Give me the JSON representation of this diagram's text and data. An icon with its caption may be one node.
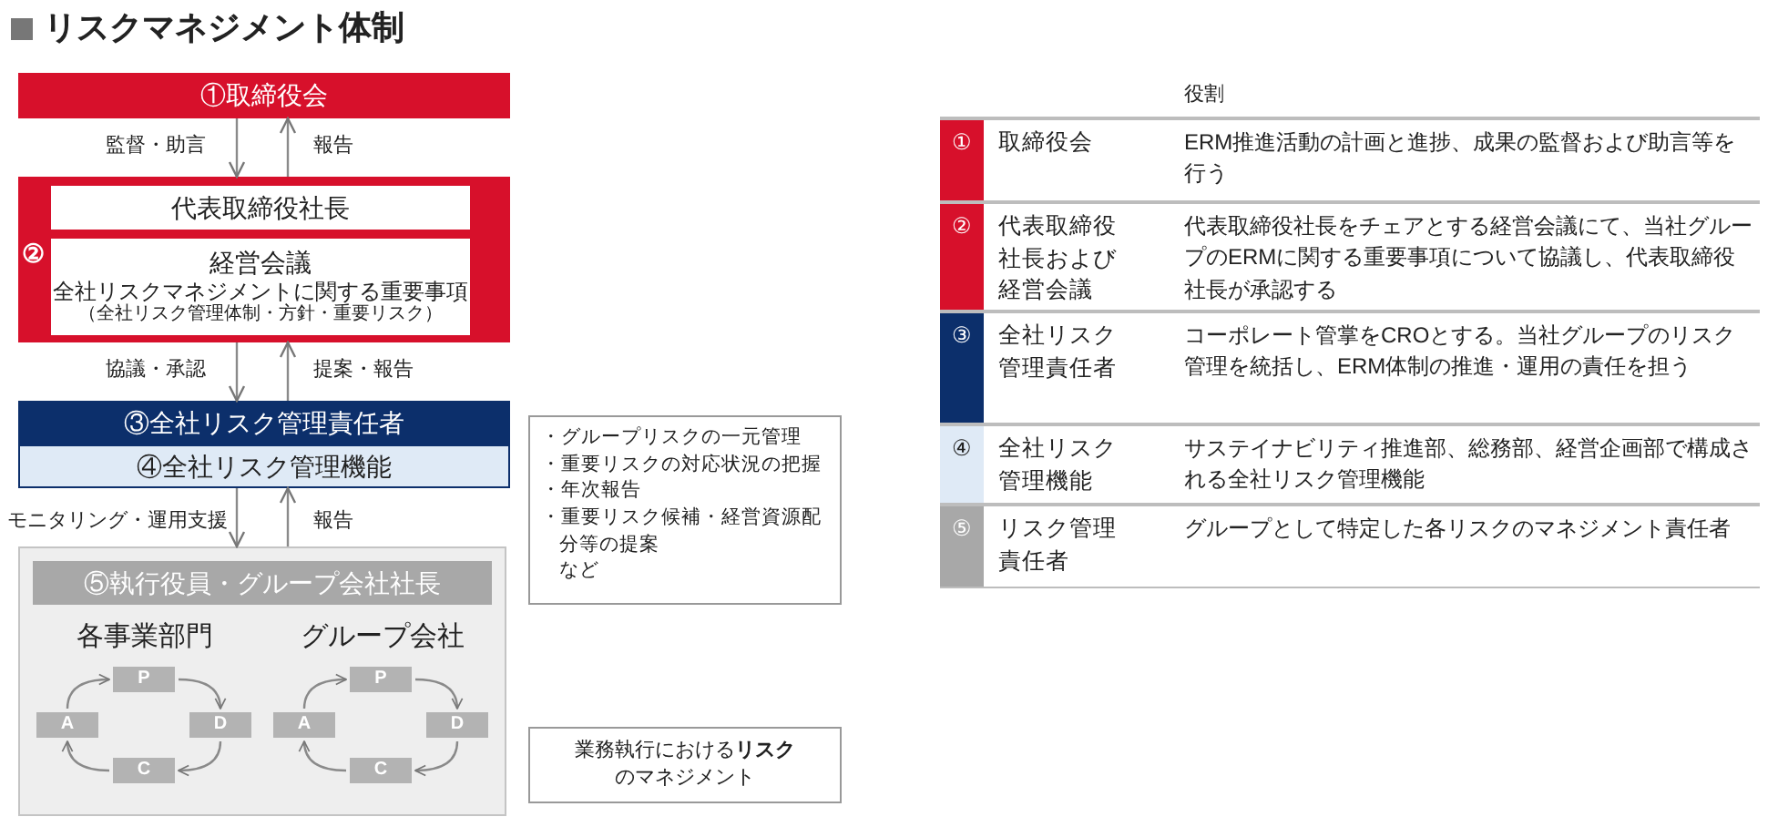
{
  "diagram": {
    "title": "リスクマネジメント体制",
    "nodes": [
      {
        "text": [
          "①取締役会"
        ]
      },
      {
        "text": [
          "②"
        ]
      },
      {
        "text": [
          "代表取締役社長"
        ],
        "in": 1
      },
      {
        "text": [
          "経営会議",
          "全社リスクマネジメントに関する重要事項",
          "（全社リスク管理体制・方針・重要リスク）"
        ],
        "in": 1
      },
      {
        "text": [
          "③全社リスク管理責任者"
        ]
      },
      {
        "text": [
          "④全社リスク管理機能"
        ]
      },
      {
        "text": [],
        "shape": "box"
      },
      {
        "text": [
          "⑤執行役員・グループ会社社長"
        ],
        "in": 6
      },
      {
        "text": [
          "P"
        ],
        "in": 6
      },
      {
        "text": [
          "A"
        ],
        "in": 6
      },
      {
        "text": [
          "D"
        ],
        "in": 6
      },
      {
        "text": [
          "C"
        ],
        "in": 6
      },
      {
        "text": [
          "P"
        ],
        "in": 6
      },
      {
        "text": [
          "A"
        ],
        "in": 6
      },
      {
        "text": [
          "D"
        ],
        "in": 6
      },
      {
        "text": [
          "C"
        ],
        "in": 6
      },
      {
        "text": [
          "・グループリスクの一元管理",
          "・重要リスクの対応状況の把握",
          "・年次報告",
          "・重要リスク候補・経営資源配分等の提案",
          "など"
        ]
      },
      {
        "text": [
          "業務執行における**リスク**のマネジメント"
        ]
      }
    ],
    "edges": [
      {
        "from": 0,
        "to": 1,
        "arrow": "to",
        "label": "監督・助言"
      },
      {
        "from": 1,
        "to": 0,
        "arrow": "to",
        "label": "報告"
      },
      {
        "from": 1,
        "to": 4,
        "arrow": "to",
        "label": "協議・承認"
      },
      {
        "from": 4,
        "to": 1,
        "arrow": "to",
        "label": "提案・報告"
      },
      {
        "from": 5,
        "to": 6,
        "arrow": "to",
        "label": "モニタリング・運用支援"
      },
      {
        "from": 6,
        "to": 5,
        "arrow": "to",
        "label": "報告"
      },
      {
        "from": 8,
        "to": 10,
        "arrow": "to"
      },
      {
        "from": 10,
        "to": 11,
        "arrow": "to"
      },
      {
        "from": 11,
        "to": 9,
        "arrow": "to"
      },
      {
        "from": 9,
        "to": 8,
        "arrow": "to"
      },
      {
        "from": 12,
        "to": 14,
        "arrow": "to"
      },
      {
        "from": 14,
        "to": 15,
        "arrow": "to"
      },
      {
        "from": 15,
        "to": 13,
        "arrow": "to"
      },
      {
        "from": 13,
        "to": 12,
        "arrow": "to"
      }
    ],
    "labels": [
      "各事業部門",
      "グループ会社",
      "役割",
      "①",
      "取締役会",
      "ERM推進活動の計画と進捗、成果の監督および助言等を行う",
      "②",
      "代表取締役社長および経営会議",
      "代表取締役社長をチェアとする経営会議にて、当社グループのERMに関する重要事項について協議し、代表取締役社長が承認する",
      "③",
      "全社リスク管理責任者",
      "コーポレート管掌をCROとする。当社グループのリスク管理を統括し、ERM体制の推進・運用の責任を担う",
      "④",
      "全社リスク管理機能",
      "サステイナビリティ推進部、総務部、経営企画部で構成される全社リスク管理機能",
      "⑤",
      "リスク管理責任者",
      "グループとして特定した各リスクのマネジメント責任者"
    ]
  }
}
